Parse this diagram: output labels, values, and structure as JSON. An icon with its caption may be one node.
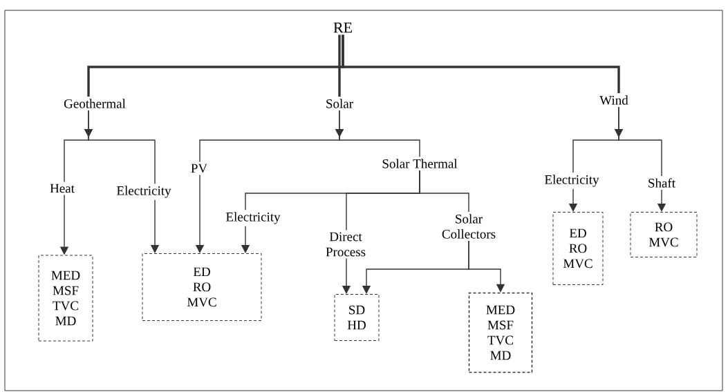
{
  "diagram": {
    "nodes": [
      {
        "text": [
          "RE"
        ]
      },
      {
        "text": [
          "Geothermal"
        ]
      },
      {
        "text": [
          "Solar"
        ]
      },
      {
        "text": [
          "Wind"
        ]
      },
      {
        "text": [
          "Heat"
        ]
      },
      {
        "text": [
          "Electricity"
        ]
      },
      {
        "text": [
          "PV"
        ]
      },
      {
        "text": [
          "Solar Thermal"
        ]
      },
      {
        "text": [
          "Electricity"
        ]
      },
      {
        "text": [
          "Direct Process"
        ]
      },
      {
        "text": [
          "Solar Collectors"
        ]
      },
      {
        "text": [
          "Electricity"
        ]
      },
      {
        "text": [
          "Shaft"
        ]
      },
      {
        "text": [
          "MED",
          "MSF",
          "TVC",
          "MD"
        ]
      },
      {
        "text": [
          "ED",
          "RO",
          "MVC"
        ]
      },
      {
        "text": [
          "SD",
          "HD"
        ]
      },
      {
        "text": [
          "MED",
          "MSF",
          "TVC",
          "MD"
        ]
      },
      {
        "text": [
          "ED",
          "RO",
          "MVC"
        ]
      },
      {
        "text": [
          "RO",
          "MVC"
        ]
      }
    ],
    "edges": [
      {
        "from": 0,
        "to": 1,
        "arrow": "none",
        "style": "thick"
      },
      {
        "from": 0,
        "to": 2,
        "arrow": "none",
        "style": "thick"
      },
      {
        "from": 0,
        "to": 3,
        "arrow": "none",
        "style": "thick"
      },
      {
        "from": 1,
        "to": 4,
        "arrow": "to"
      },
      {
        "from": 1,
        "to": 5,
        "arrow": "to"
      },
      {
        "from": 2,
        "to": 6,
        "arrow": "to"
      },
      {
        "from": 2,
        "to": 7,
        "arrow": "to"
      },
      {
        "from": 3,
        "to": 11,
        "arrow": "to"
      },
      {
        "from": 3,
        "to": 12,
        "arrow": "to"
      },
      {
        "from": 4,
        "to": 13,
        "arrow": "to"
      },
      {
        "from": 5,
        "to": 14,
        "arrow": "to"
      },
      {
        "from": 6,
        "to": 14,
        "arrow": "to"
      },
      {
        "from": 8,
        "to": 14,
        "arrow": "to"
      },
      {
        "from": 7,
        "to": 8,
        "arrow": "none"
      },
      {
        "from": 7,
        "to": 9,
        "arrow": "none"
      },
      {
        "from": 7,
        "to": 10,
        "arrow": "none"
      },
      {
        "from": 9,
        "to": 15,
        "arrow": "to"
      },
      {
        "from": 10,
        "to": 15,
        "arrow": "to"
      },
      {
        "from": 10,
        "to": 16,
        "arrow": "to"
      },
      {
        "from": 11,
        "to": 17,
        "arrow": "to"
      },
      {
        "from": 12,
        "to": 18,
        "arrow": "to"
      }
    ]
  }
}
